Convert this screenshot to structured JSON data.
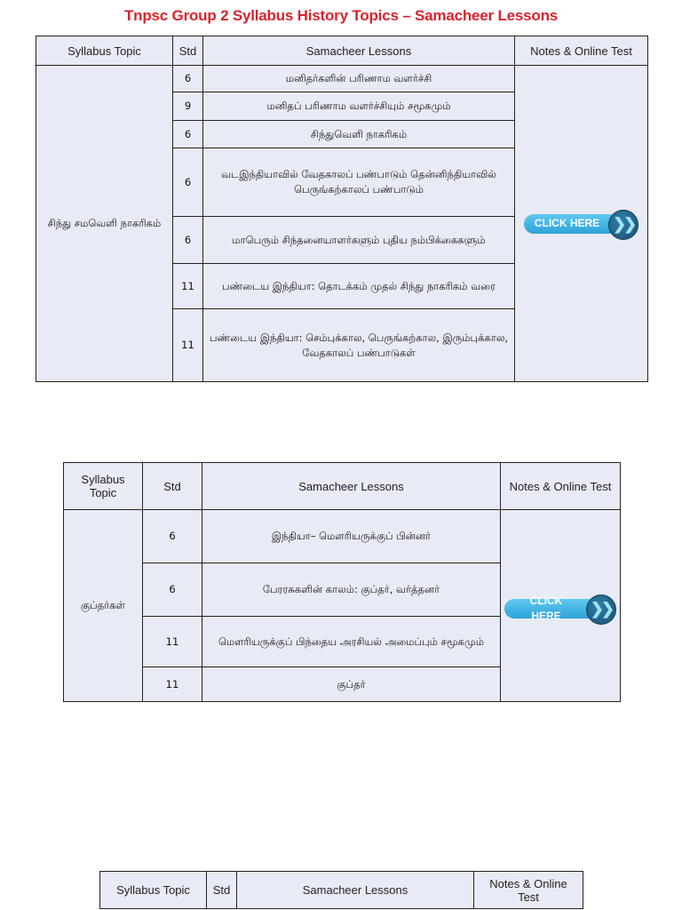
{
  "page": {
    "title": "Tnpsc Group 2 Syllabus History Topics – Samacheer Lessons"
  },
  "headers": {
    "topic": "Syllabus Topic",
    "std": "Std",
    "lessons": "Samacheer Lessons",
    "notes": "Notes & Online Test"
  },
  "button": {
    "label": "CLICK HERE",
    "icon": "double-chevron-right-icon",
    "color": "#3fb4e5"
  },
  "colors": {
    "title": "#d9232d",
    "table_bg": "#e8eaf6"
  },
  "table1": {
    "topic": "சிந்து சமவெளி நாகரிகம்",
    "rows": [
      {
        "std": "6",
        "lesson": "மனிதர்களின் பரிணாம வளர்ச்சி"
      },
      {
        "std": "9",
        "lesson": "மனிதப் பரிணாம வளர்ச்சியும் சமூகமும்"
      },
      {
        "std": "6",
        "lesson": "சிந்துவெளி நாகரிகம்"
      },
      {
        "std": "6",
        "lesson": "வடஇந்தியாவில் வேதகாலப் பண்பாடும் தென்னிந்தியாவில் பெருங்கற்காலப் பண்பாடும்"
      },
      {
        "std": "6",
        "lesson": "மாபெரும் சிந்தனையாளர்களும் புதிய நம்பிக்கைகளும்"
      },
      {
        "std": "11",
        "lesson": "பண்டைய இந்தியா: தொடக்கம் முதல் சிந்து நாகரிகம் வரை"
      },
      {
        "std": "11",
        "lesson": "பண்டைய இந்தியா: செம்புக்கால, பெருங்கற்கால, இரும்புக்கால, வேதகாலப் பண்பாடுகள்"
      }
    ]
  },
  "table2": {
    "topic": "குப்தர்கள்",
    "rows": [
      {
        "std": "6",
        "lesson": "இந்தியா– மௌரியருக்குப் பின்னர்"
      },
      {
        "std": "6",
        "lesson": "பேரரசுகளின் காலம்: குப்தர், வர்த்தனர்"
      },
      {
        "std": "11",
        "lesson": "மௌரியருக்குப் பிந்தைய அரசியல் அமைப்பும் சமூகமும்"
      },
      {
        "std": "11",
        "lesson": "குப்தர்"
      }
    ]
  }
}
